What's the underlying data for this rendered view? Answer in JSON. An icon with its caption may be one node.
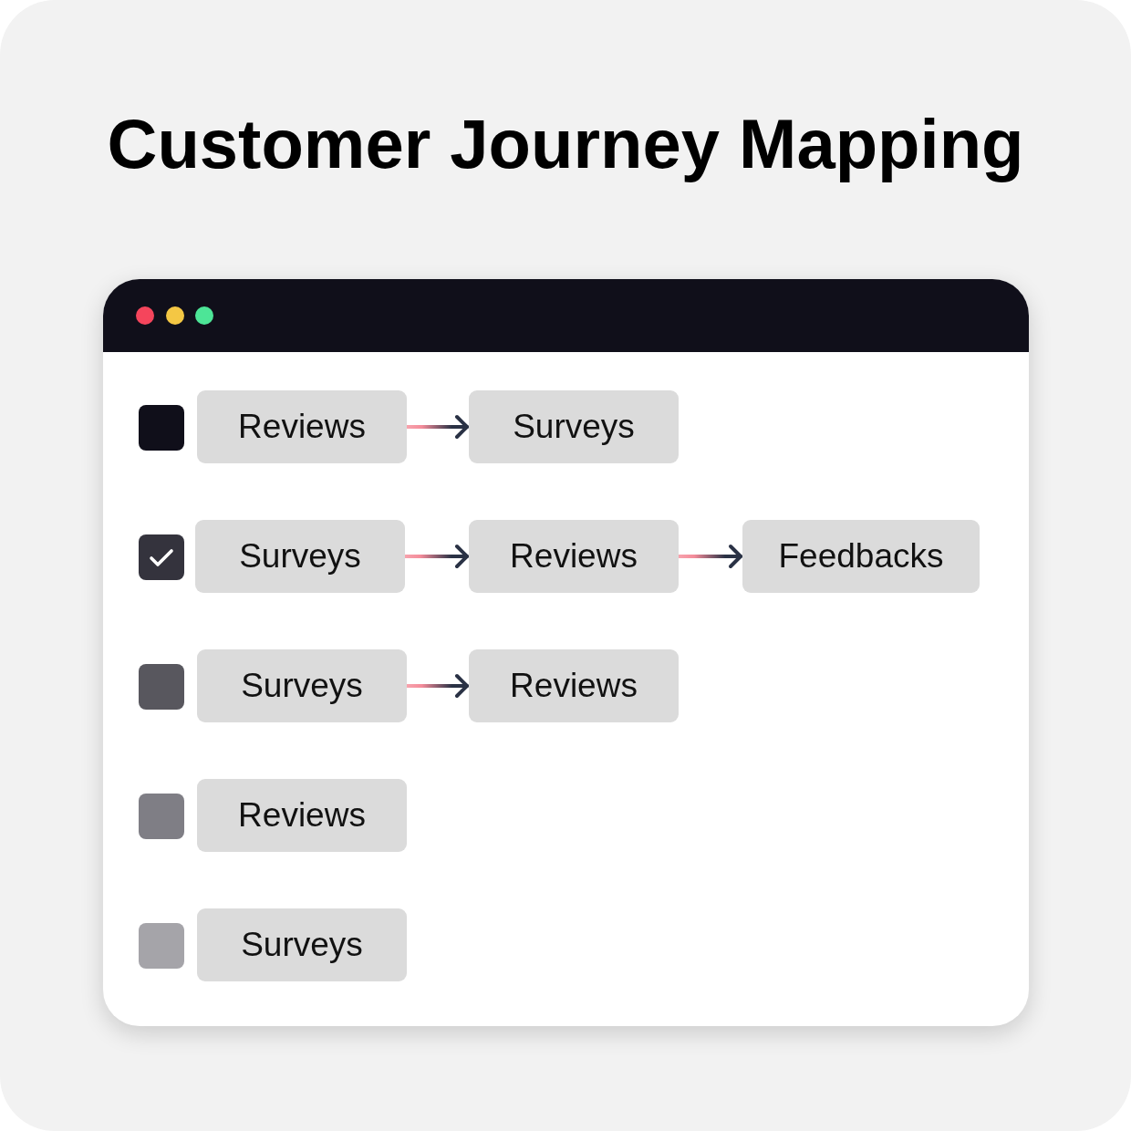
{
  "diagram": {
    "title": "Customer Journey Mapping",
    "nodes": [
      {
        "text": [
          "Reviews"
        ]
      },
      {
        "text": [
          "Surveys"
        ]
      },
      {
        "text": [
          "Surveys"
        ]
      },
      {
        "text": [
          "Reviews"
        ]
      },
      {
        "text": [
          "Feedbacks"
        ]
      },
      {
        "text": [
          "Surveys"
        ]
      },
      {
        "text": [
          "Reviews"
        ]
      },
      {
        "text": [
          "Reviews"
        ]
      },
      {
        "text": [
          "Surveys"
        ]
      }
    ],
    "edges": [
      {
        "from": 0,
        "to": 1,
        "arrow": "to"
      },
      {
        "from": 2,
        "to": 3,
        "arrow": "to"
      },
      {
        "from": 3,
        "to": 4,
        "arrow": "to"
      },
      {
        "from": 5,
        "to": 6,
        "arrow": "to"
      }
    ]
  }
}
